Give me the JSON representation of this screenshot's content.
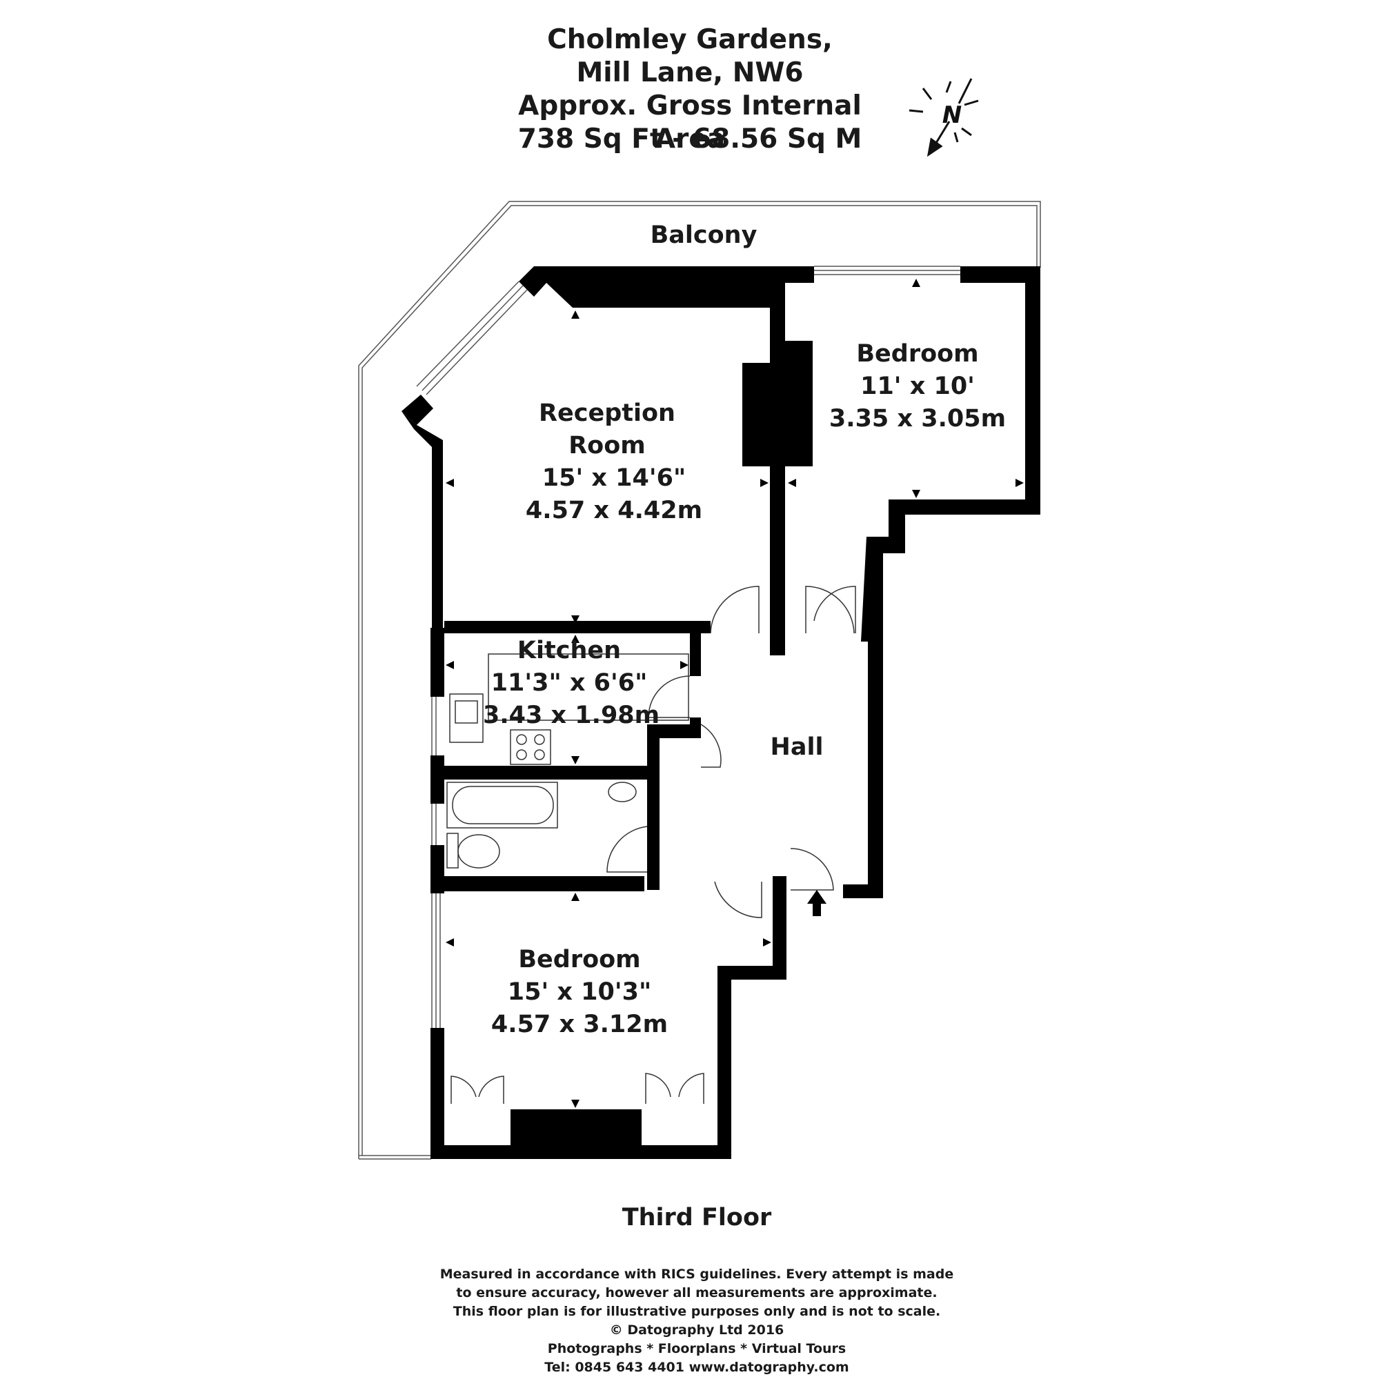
{
  "header": {
    "line1": "Cholmley Gardens,",
    "line2": "Mill Lane, NW6",
    "line3": "Approx. Gross Internal Area",
    "line4": "738 Sq Ft  -  68.56 Sq M"
  },
  "compass": {
    "label": "N"
  },
  "rooms": {
    "balcony": {
      "name": "Balcony"
    },
    "reception": {
      "name_line1": "Reception",
      "name_line2": "Room",
      "imperial": "15' x 14'6\"",
      "metric": "4.57 x 4.42m"
    },
    "bedroom1": {
      "name": "Bedroom",
      "imperial": "11' x 10'",
      "metric": "3.35 x 3.05m"
    },
    "kitchen": {
      "name": "Kitchen",
      "imperial": "11'3\" x 6'6\"",
      "metric": "3.43 x 1.98m"
    },
    "hall": {
      "name": "Hall"
    },
    "bedroom2": {
      "name": "Bedroom",
      "imperial": "15' x 10'3\"",
      "metric": "4.57 x 3.12m"
    }
  },
  "floor_label": "Third Floor",
  "footer": {
    "line1": "Measured in accordance with RICS guidelines. Every attempt is made",
    "line2": "to ensure accuracy, however all measurements are approximate.",
    "line3": "This floor plan is for illustrative purposes only and is not to scale.",
    "line4": "© Datography Ltd 2016",
    "line5": "Photographs * Floorplans * Virtual Tours",
    "line6": "Tel: 0845 643 4401 www.datography.com"
  }
}
